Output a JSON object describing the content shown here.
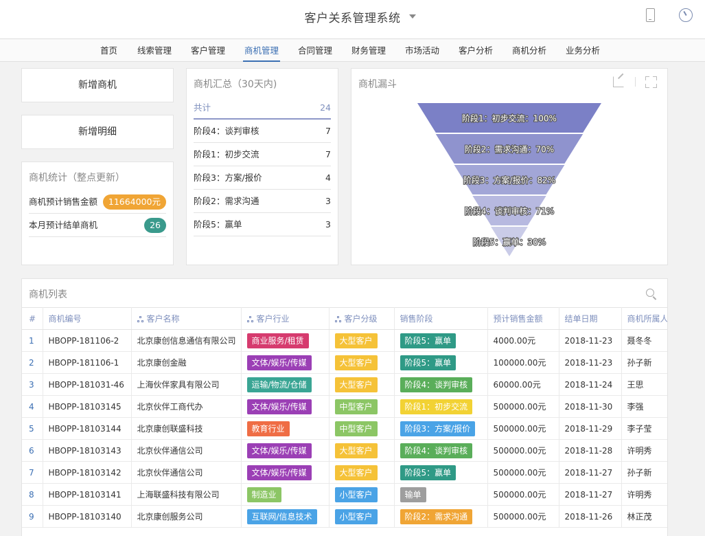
{
  "header": {
    "title": "客户关系管理系统"
  },
  "nav": [
    {
      "label": "首页",
      "active": false
    },
    {
      "label": "线索管理",
      "active": false
    },
    {
      "label": "客户管理",
      "active": false
    },
    {
      "label": "商机管理",
      "active": true
    },
    {
      "label": "合同管理",
      "active": false
    },
    {
      "label": "财务管理",
      "active": false
    },
    {
      "label": "市场活动",
      "active": false
    },
    {
      "label": "客户分析",
      "active": false
    },
    {
      "label": "商机分析",
      "active": false
    },
    {
      "label": "业务分析",
      "active": false
    }
  ],
  "actions": {
    "add_opportunity": "新增商机",
    "add_detail": "新增明细"
  },
  "stats": {
    "title": "商机统计（整点更新）",
    "rows": [
      {
        "label": "商机预计销售金额",
        "value": "11664000元",
        "color": "#f0a535"
      },
      {
        "label": "本月预计结单商机",
        "value": "26",
        "color": "#3a9a8c"
      }
    ]
  },
  "summary": {
    "title": "商机汇总（30天内)",
    "total_label": "共计",
    "total": "24",
    "rows": [
      {
        "label": "阶段4：谈判审核",
        "value": "7"
      },
      {
        "label": "阶段1：初步交流",
        "value": "7"
      },
      {
        "label": "阶段3：方案/报价",
        "value": "4"
      },
      {
        "label": "阶段2：需求沟通",
        "value": "3"
      },
      {
        "label": "阶段5：赢单",
        "value": "3"
      }
    ]
  },
  "funnel": {
    "title": "商机漏斗",
    "color": "#7b80c6",
    "stages": [
      {
        "label": "阶段1：初步交流：100%",
        "value": 100
      },
      {
        "label": "阶段2：需求沟通：70%",
        "value": 70
      },
      {
        "label": "阶段3：方案/报价：82%",
        "value": 82
      },
      {
        "label": "阶段4：谈判审核：71%",
        "value": 71
      },
      {
        "label": "阶段5：赢单：30%",
        "value": 30
      }
    ]
  },
  "list": {
    "title": "商机列表",
    "columns": [
      "#",
      "商机编号",
      "客户名称",
      "客户行业",
      "客户分级",
      "销售阶段",
      "预计销售金额",
      "结单日期",
      "商机所属人"
    ],
    "rows": [
      {
        "idx": "1",
        "code": "HBOPP-181106-2",
        "customer": "北京康创信息通信有限公司",
        "industry": {
          "text": "商业服务/租赁",
          "color": "#d63b6e"
        },
        "level": {
          "text": "大型客户",
          "color": "#f5c238"
        },
        "stage": {
          "text": "阶段5：赢单",
          "color": "#2f9a86"
        },
        "amount": "4000.00元",
        "date": "2018-11-23",
        "owner": "聂冬冬"
      },
      {
        "idx": "2",
        "code": "HBOPP-181106-1",
        "customer": "北京康创金融",
        "industry": {
          "text": "文体/娱乐/传媒",
          "color": "#9b3fb5"
        },
        "level": {
          "text": "大型客户",
          "color": "#f5c238"
        },
        "stage": {
          "text": "阶段5：赢单",
          "color": "#2f9a86"
        },
        "amount": "100000.00元",
        "date": "2018-11-23",
        "owner": "孙子新"
      },
      {
        "idx": "3",
        "code": "HBOPP-181031-46",
        "customer": "上海伙伴家具有限公司",
        "industry": {
          "text": "运输/物流/仓储",
          "color": "#3aa594"
        },
        "level": {
          "text": "大型客户",
          "color": "#f5c238"
        },
        "stage": {
          "text": "阶段4：谈判审核",
          "color": "#5aae5a"
        },
        "amount": "60000.00元",
        "date": "2018-11-24",
        "owner": "王思"
      },
      {
        "idx": "4",
        "code": "HBOPP-18103145",
        "customer": "北京伙伴工商代办",
        "industry": {
          "text": "文体/娱乐/传媒",
          "color": "#9b3fb5"
        },
        "level": {
          "text": "中型客户",
          "color": "#8cc665"
        },
        "stage": {
          "text": "阶段1：初步交流",
          "color": "#f2d234"
        },
        "amount": "500000.00元",
        "date": "2018-11-30",
        "owner": "李强"
      },
      {
        "idx": "5",
        "code": "HBOPP-18103144",
        "customer": "北京康创联盛科技",
        "industry": {
          "text": "教育行业",
          "color": "#ef6d45"
        },
        "level": {
          "text": "中型客户",
          "color": "#8cc665"
        },
        "stage": {
          "text": "阶段3：方案/报价",
          "color": "#4aa3e6"
        },
        "amount": "500000.00元",
        "date": "2018-11-29",
        "owner": "李子莹"
      },
      {
        "idx": "6",
        "code": "HBOPP-18103143",
        "customer": "北京伙伴通信公司",
        "industry": {
          "text": "文体/娱乐/传媒",
          "color": "#9b3fb5"
        },
        "level": {
          "text": "大型客户",
          "color": "#f5c238"
        },
        "stage": {
          "text": "阶段4：谈判审核",
          "color": "#5aae5a"
        },
        "amount": "500000.00元",
        "date": "2018-11-28",
        "owner": "许明秀"
      },
      {
        "idx": "7",
        "code": "HBOPP-18103142",
        "customer": "北京伙伴通信公司",
        "industry": {
          "text": "文体/娱乐/传媒",
          "color": "#9b3fb5"
        },
        "level": {
          "text": "大型客户",
          "color": "#f5c238"
        },
        "stage": {
          "text": "阶段5：赢单",
          "color": "#2f9a86"
        },
        "amount": "500000.00元",
        "date": "2018-11-27",
        "owner": "孙子新"
      },
      {
        "idx": "8",
        "code": "HBOPP-18103141",
        "customer": "上海联盛科技有限公司",
        "industry": {
          "text": "制造业",
          "color": "#8cc665"
        },
        "level": {
          "text": "小型客户",
          "color": "#4aa3e6"
        },
        "stage": {
          "text": "输单",
          "color": "#9e9e9e"
        },
        "amount": "500000.00元",
        "date": "2018-11-27",
        "owner": "许明秀"
      },
      {
        "idx": "9",
        "code": "HBOPP-18103140",
        "customer": "北京康创服务公司",
        "industry": {
          "text": "互联网/信息技术",
          "color": "#4aa3e6"
        },
        "level": {
          "text": "小型客户",
          "color": "#4aa3e6"
        },
        "stage": {
          "text": "阶段2：需求沟通",
          "color": "#f0a535"
        },
        "amount": "500000.00元",
        "date": "2018-11-26",
        "owner": "林正茂"
      }
    ]
  }
}
